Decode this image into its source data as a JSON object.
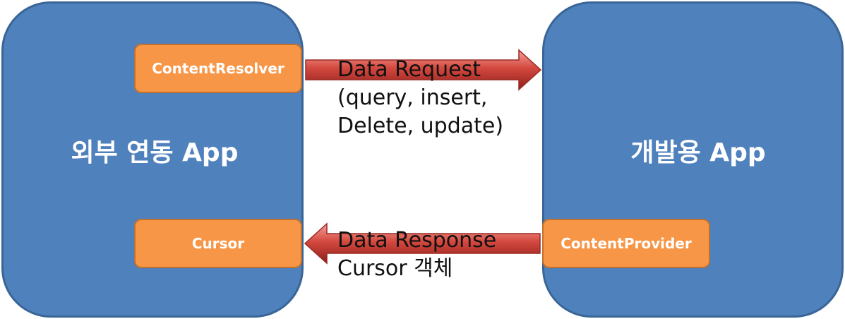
{
  "left_app": {
    "title": "외부 연동 App",
    "top_component": "ContentResolver",
    "bottom_component": "Cursor"
  },
  "right_app": {
    "title": "개발용 App",
    "component": "ContentProvider"
  },
  "request": {
    "line1": "Data Request",
    "line2": "(query, insert,",
    "line3": "Delete, update)"
  },
  "response": {
    "line1": "Data Response",
    "line2": "Cursor 객체"
  },
  "colors": {
    "app_fill": "#4f81bd",
    "component_fill": "#f79646",
    "arrow_fill": "#c0362f"
  }
}
